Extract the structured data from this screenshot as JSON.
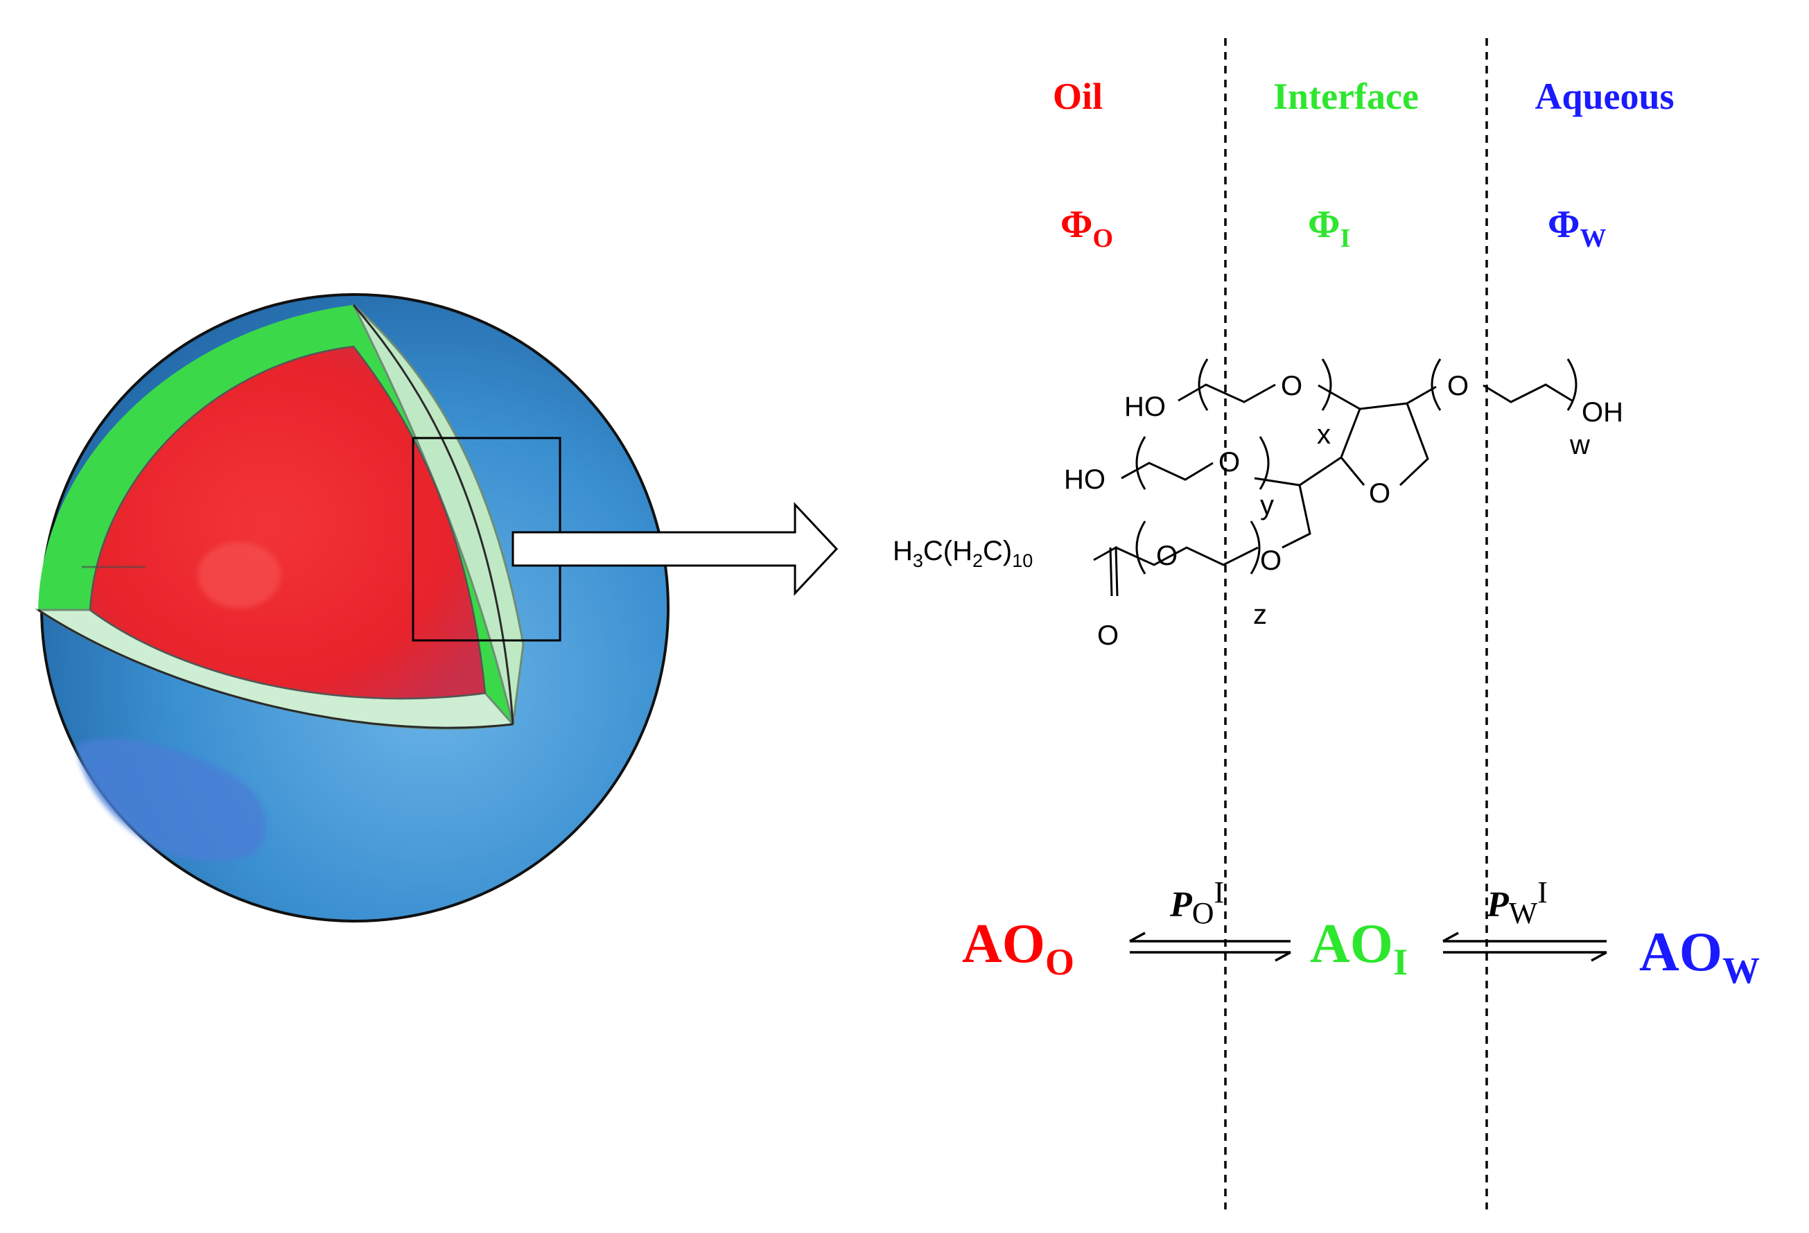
{
  "colors": {
    "oil": "#ff0000",
    "interface": "#2ee62e",
    "aqueous": "#1a1aff",
    "sphere_blue": "#2e7fc4",
    "core_red": "#ef2a2f",
    "shell_green": "#3bd94a",
    "ink": "#000000"
  },
  "headers": {
    "oil": "Oil",
    "interface": "Interface",
    "aqueous": "Aqueous"
  },
  "fractions": {
    "oil": {
      "main": "Φ",
      "sub": "O"
    },
    "interface": {
      "main": "Φ",
      "sub": "I"
    },
    "aqueous": {
      "main": "Φ",
      "sub": "W"
    }
  },
  "molecule": {
    "tail_h3c": "H",
    "tail_3": "3",
    "tail_c_h2c": "C(H",
    "tail_2": "2",
    "tail_c": "C)",
    "tail_10": "10",
    "ho_1": "HO",
    "ho_2": "HO",
    "oh": "OH",
    "o_1": "O",
    "o_2": "O",
    "o_3": "O",
    "o_4": "O",
    "o_5": "O",
    "o_6": "O",
    "o_carbonyl": "O",
    "x": "x",
    "y": "y",
    "z": "z",
    "w": "w"
  },
  "species": {
    "oil": {
      "main": "AO",
      "sub": "O"
    },
    "interface": {
      "main": "AO",
      "sub": "I"
    },
    "aqueous": {
      "main": "AO",
      "sub": "W"
    }
  },
  "equilibria": {
    "left": {
      "main": "P",
      "sub": "O",
      "sup": "I"
    },
    "right": {
      "main": "P",
      "sub": "W",
      "sup": "I"
    }
  }
}
